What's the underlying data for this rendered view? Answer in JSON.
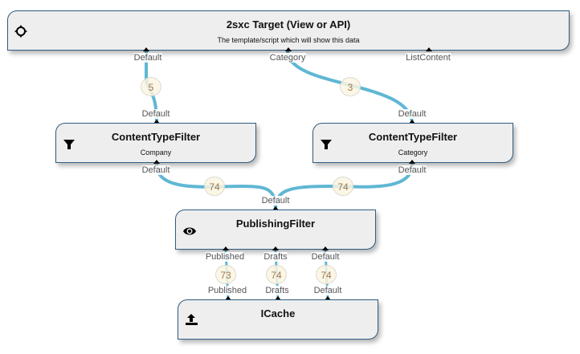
{
  "colors": {
    "wire": "#5fb7d4",
    "node_bg": "#eeeeee",
    "node_border": "#2f5c80"
  },
  "nodes": {
    "target": {
      "title": "2sxc Target (View or API)",
      "subtitle": "The template/script which will show this data",
      "icon": "crosshair-move-icon",
      "in_ports": [
        "Default",
        "Category",
        "ListContent"
      ]
    },
    "ctf_company": {
      "title": "ContentTypeFilter",
      "subtitle": "Company",
      "icon": "filter-icon",
      "in_port": "Default",
      "out_port": "Default"
    },
    "ctf_category": {
      "title": "ContentTypeFilter",
      "subtitle": "Category",
      "icon": "filter-icon",
      "in_port": "Default",
      "out_port": "Default"
    },
    "publishing": {
      "title": "PublishingFilter",
      "icon": "eye-icon",
      "in_port": "Default",
      "out_ports": [
        "Published",
        "Drafts",
        "Default"
      ]
    },
    "icache": {
      "title": "ICache",
      "icon": "upload-icon",
      "in_ports": [
        "Published",
        "Drafts",
        "Default"
      ]
    }
  },
  "connections": [
    {
      "from": "ctf_company.Default",
      "to": "target.Default",
      "count": "5"
    },
    {
      "from": "ctf_category.Default",
      "to": "target.Category",
      "count": "3"
    },
    {
      "from": "publishing.Default",
      "to": "ctf_company.Default",
      "count": "74"
    },
    {
      "from": "publishing.Default",
      "to": "ctf_category.Default",
      "count": "74"
    },
    {
      "from": "icache.Published",
      "to": "publishing.Published",
      "count": "73"
    },
    {
      "from": "icache.Drafts",
      "to": "publishing.Drafts",
      "count": "74"
    },
    {
      "from": "icache.Default",
      "to": "publishing.Default",
      "count": "74"
    }
  ]
}
